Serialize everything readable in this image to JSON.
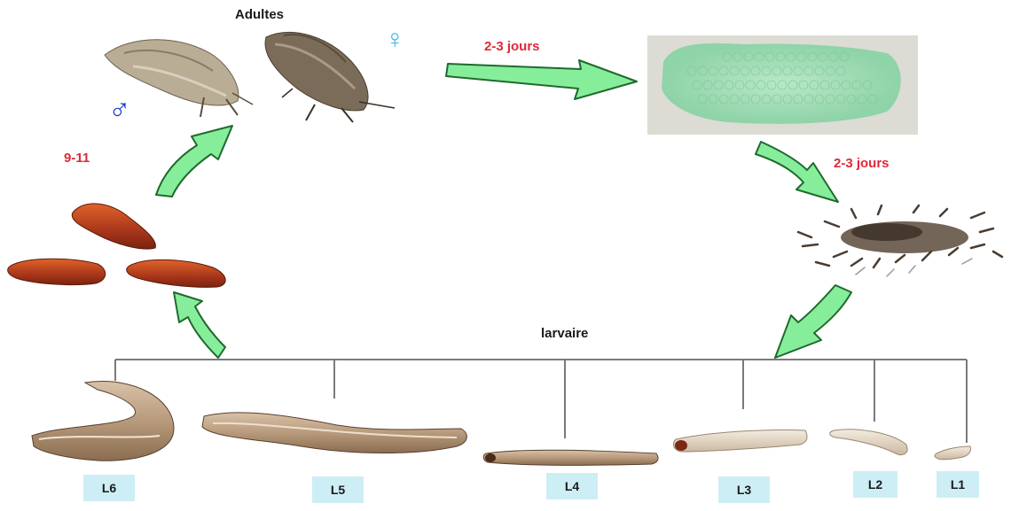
{
  "diagram": {
    "title": "Adultes",
    "duration_eggs": "2-3 jours",
    "duration_hatch": "2-3 jours",
    "duration_pupa": "9-11",
    "larval_label": "larvaire",
    "male_symbol": "♂",
    "female_symbol": "♀",
    "stages": [
      "L6",
      "L5",
      "L4",
      "L3",
      "L2",
      "L1"
    ]
  },
  "colors": {
    "arrow_fill": "#86ee9a",
    "arrow_stroke": "#1f6a2e",
    "duration_text": "#e0283a",
    "male": "#1f3ccc",
    "female": "#3cb4e6",
    "tag_bg": "#cdeef5",
    "tree_line": "#7a7a7a"
  }
}
